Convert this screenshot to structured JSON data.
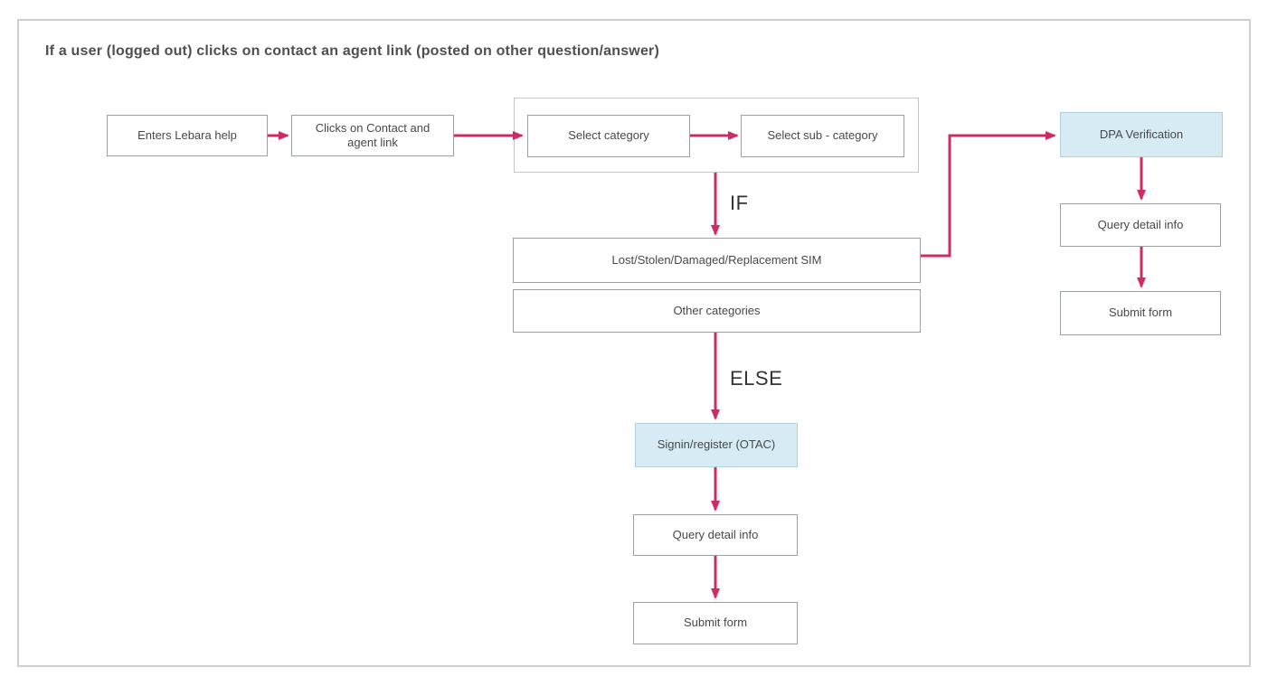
{
  "title": "If a user (logged out) clicks on contact an agent link (posted on other question/answer)",
  "colors": {
    "arrow": "#d02a66",
    "highlight": "#d6ebf4",
    "highlight_border": "#b3cfdd",
    "box_border": "#9aa0a3",
    "group_border": "#c2c6c8",
    "frame_border": "#cdcfd0",
    "text": "#484848",
    "title_text": "#4f4f4f",
    "label_text": "#333333"
  },
  "nodes": {
    "enters_help": "Enters Lebara help",
    "clicks_contact": "Clicks on Contact and agent link",
    "select_category": "Select category",
    "select_sub_category": "Select sub - category",
    "lost_stolen": "Lost/Stolen/Damaged/Replacement SIM",
    "other_categories": "Other categories",
    "signin_register": "Signin/register (OTAC)",
    "query_detail_mid": "Query detail info",
    "submit_form_mid": "Submit form",
    "dpa_verification": "DPA Verification",
    "query_detail_right": "Query detail info",
    "submit_form_right": "Submit form"
  },
  "edges": [
    {
      "from": "enters_help",
      "to": "clicks_contact",
      "label": ""
    },
    {
      "from": "clicks_contact",
      "to": "select_category",
      "label": ""
    },
    {
      "from": "select_category",
      "to": "select_sub_category",
      "label": ""
    },
    {
      "from": "category_group",
      "to": "lost_stolen",
      "label": "IF"
    },
    {
      "from": "other_categories",
      "to": "signin_register",
      "label": "ELSE"
    },
    {
      "from": "signin_register",
      "to": "query_detail_mid",
      "label": ""
    },
    {
      "from": "query_detail_mid",
      "to": "submit_form_mid",
      "label": ""
    },
    {
      "from": "lost_stolen",
      "to": "dpa_verification",
      "label": ""
    },
    {
      "from": "dpa_verification",
      "to": "query_detail_right",
      "label": ""
    },
    {
      "from": "query_detail_right",
      "to": "submit_form_right",
      "label": ""
    }
  ]
}
